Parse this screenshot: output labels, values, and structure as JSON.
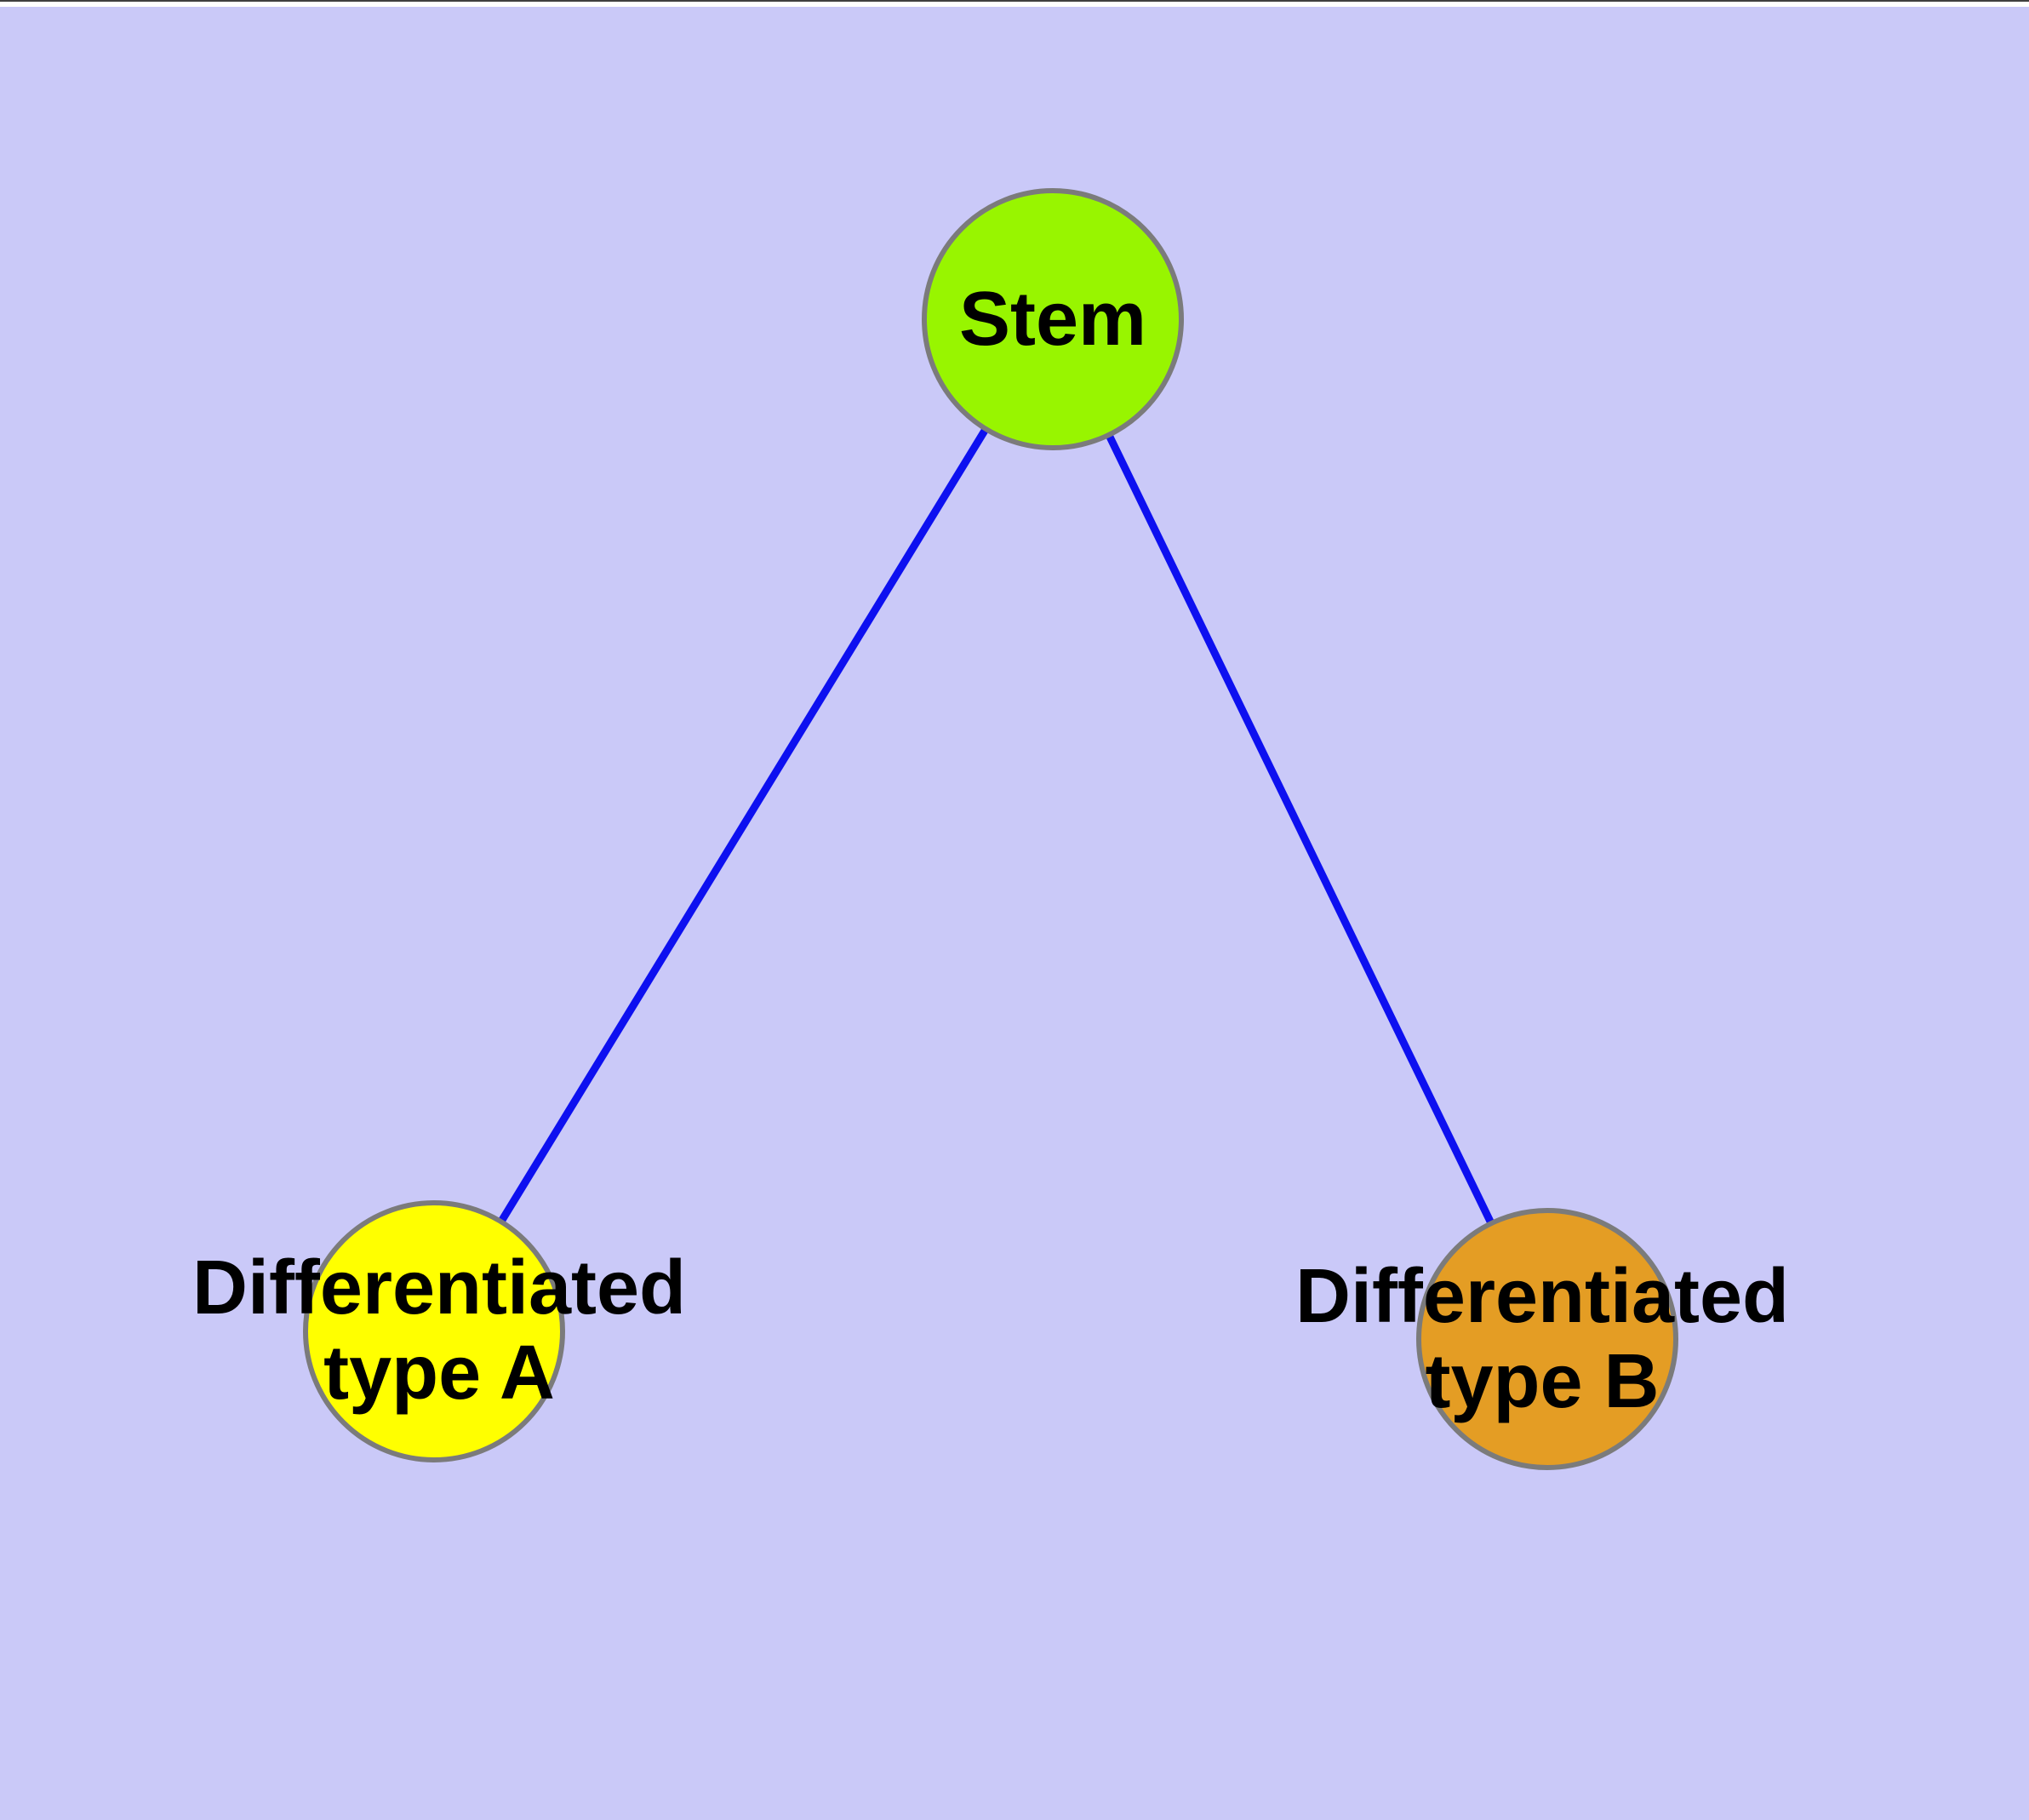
{
  "canvas": {
    "background_color": "#CAC9F8",
    "top_strip_color": "#FFFFFF"
  },
  "graph": {
    "type": "node-link-diagram",
    "edge_color": "#0D10F0",
    "node_border_color": "#7B7B7B",
    "text_color": "#000000",
    "nodes": [
      {
        "id": "stem",
        "label": "Stem",
        "fill_color": "#98F500"
      },
      {
        "id": "differentiated-type-a",
        "label": "Differentiated\ntype A",
        "fill_color": "#FFFF00"
      },
      {
        "id": "differentiated-type-b",
        "label": "Differentiated\ntype B",
        "fill_color": "#E49D24"
      }
    ],
    "edges": [
      {
        "from": "Stem",
        "to": "Differentiated type A"
      },
      {
        "from": "Stem",
        "to": "Differentiated type B"
      }
    ]
  }
}
